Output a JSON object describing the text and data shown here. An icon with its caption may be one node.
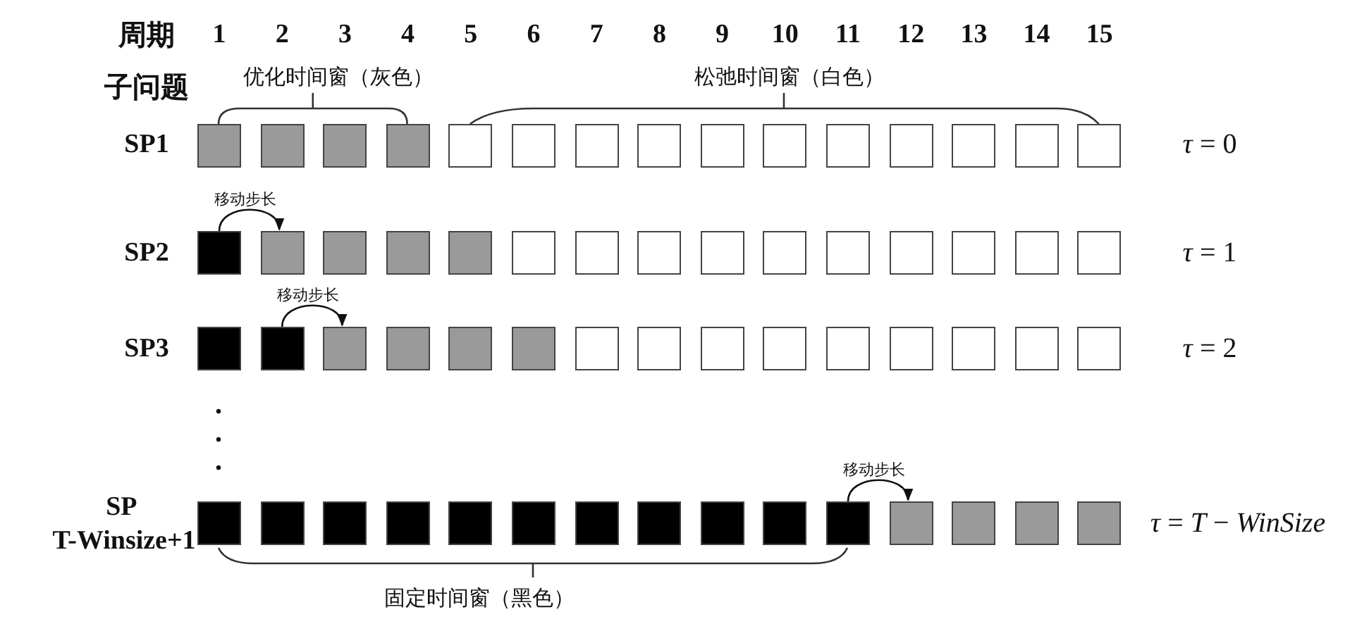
{
  "diagram": {
    "nodes": [
      {
        "text": [],
        "shape": "box"
      },
      {
        "text": [],
        "shape": "box"
      },
      {
        "text": [],
        "shape": "box"
      },
      {
        "text": [],
        "shape": "box"
      },
      {
        "text": [],
        "shape": "box"
      },
      {
        "text": [],
        "shape": "box"
      },
      {
        "text": [],
        "shape": "box"
      },
      {
        "text": [],
        "shape": "box"
      },
      {
        "text": [],
        "shape": "box"
      },
      {
        "text": [],
        "shape": "box"
      },
      {
        "text": [],
        "shape": "box"
      },
      {
        "text": [],
        "shape": "box"
      },
      {
        "text": [],
        "shape": "box"
      },
      {
        "text": [],
        "shape": "box"
      },
      {
        "text": [],
        "shape": "box"
      },
      {
        "text": [],
        "shape": "box"
      },
      {
        "text": [],
        "shape": "box"
      },
      {
        "text": [],
        "shape": "box"
      },
      {
        "text": [],
        "shape": "box"
      },
      {
        "text": [],
        "shape": "box"
      },
      {
        "text": [],
        "shape": "box"
      },
      {
        "text": [],
        "shape": "box"
      },
      {
        "text": [],
        "shape": "box"
      },
      {
        "text": [],
        "shape": "box"
      },
      {
        "text": [],
        "shape": "box"
      },
      {
        "text": [],
        "shape": "box"
      },
      {
        "text": [],
        "shape": "box"
      },
      {
        "text": [],
        "shape": "box"
      },
      {
        "text": [],
        "shape": "box"
      },
      {
        "text": [],
        "shape": "box"
      },
      {
        "text": [],
        "shape": "box"
      },
      {
        "text": [],
        "shape": "box"
      },
      {
        "text": [],
        "shape": "box"
      },
      {
        "text": [],
        "shape": "box"
      },
      {
        "text": [],
        "shape": "box"
      },
      {
        "text": [],
        "shape": "box"
      },
      {
        "text": [],
        "shape": "box"
      },
      {
        "text": [],
        "shape": "box"
      },
      {
        "text": [],
        "shape": "box"
      },
      {
        "text": [],
        "shape": "box"
      },
      {
        "text": [],
        "shape": "box"
      },
      {
        "text": [],
        "shape": "box"
      },
      {
        "text": [],
        "shape": "box"
      },
      {
        "text": [],
        "shape": "box"
      },
      {
        "text": [],
        "shape": "box"
      },
      {
        "text": [],
        "shape": "box"
      },
      {
        "text": [],
        "shape": "box"
      },
      {
        "text": [],
        "shape": "box"
      },
      {
        "text": [],
        "shape": "box"
      },
      {
        "text": [],
        "shape": "box"
      },
      {
        "text": [],
        "shape": "box"
      },
      {
        "text": [],
        "shape": "box"
      },
      {
        "text": [],
        "shape": "box"
      },
      {
        "text": [],
        "shape": "box"
      },
      {
        "text": [],
        "shape": "box"
      },
      {
        "text": [],
        "shape": "box"
      },
      {
        "text": [],
        "shape": "box"
      },
      {
        "text": [],
        "shape": "box"
      },
      {
        "text": [],
        "shape": "box"
      },
      {
        "text": [],
        "shape": "box"
      }
    ],
    "edges": [
      {
        "from": 15,
        "to": 16,
        "arrow": "to",
        "label": "移动步长"
      },
      {
        "from": 31,
        "to": 32,
        "arrow": "to",
        "label": "移动步长"
      },
      {
        "from": 55,
        "to": 56,
        "arrow": "to",
        "label": "移动步长"
      }
    ],
    "labels": [
      "周期",
      "1",
      "2",
      "3",
      "4",
      "5",
      "6",
      "7",
      "8",
      "9",
      "10",
      "11",
      "12",
      "13",
      "14",
      "15",
      "子问题",
      "优化时间窗（灰色）",
      "松弛时间窗（白色）",
      "SP1",
      "*τ* = 0",
      "SP2",
      "*τ* = 1",
      "SP3",
      "*τ* = 2",
      "SP T-Winsize+1",
      "*τ* = *T* − *WinSize*",
      "固定时间窗（黑色）"
    ]
  }
}
